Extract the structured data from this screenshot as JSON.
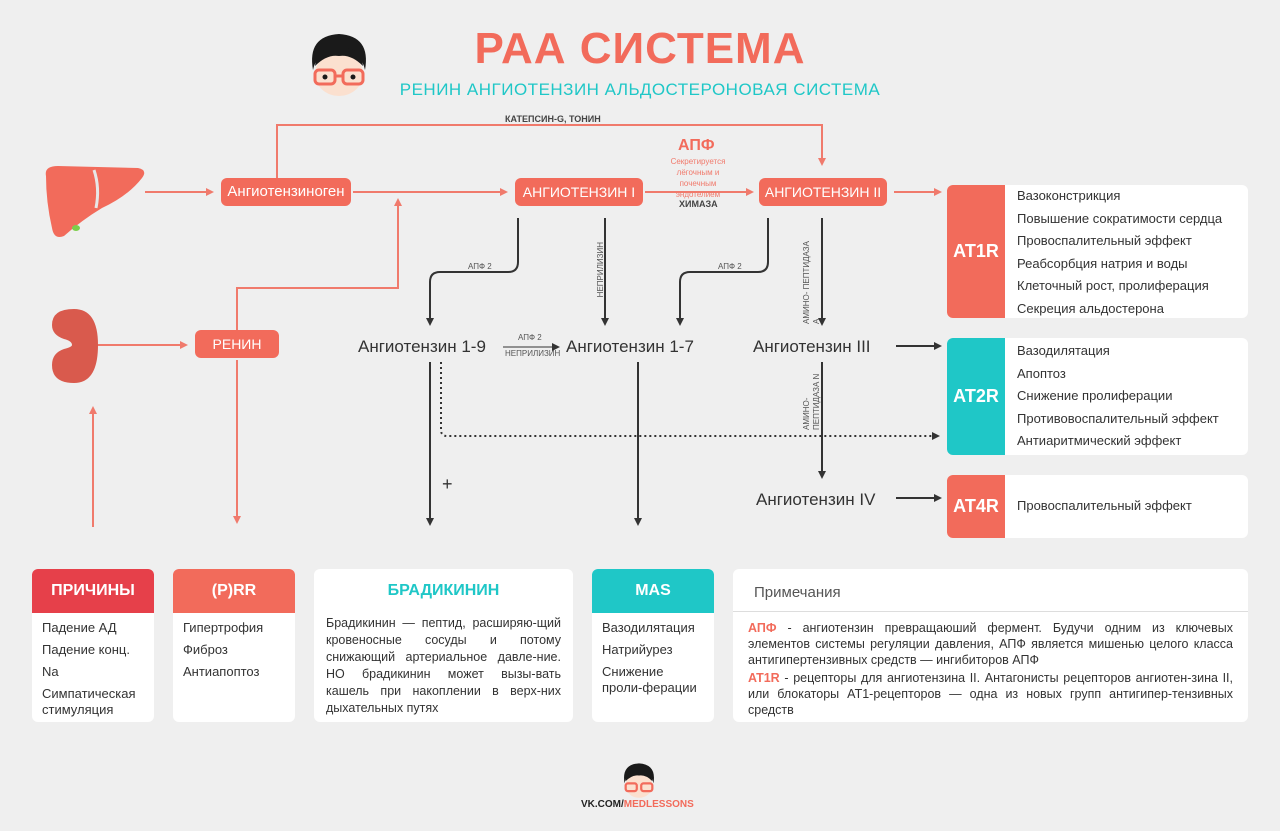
{
  "header": {
    "title": "РАА СИСТЕМА",
    "subtitle": "РЕНИН АНГИОТЕНЗИН АЛЬДОСТЕРОНОВАЯ СИСТЕМА"
  },
  "colors": {
    "red": "#f26b5b",
    "teal": "#1fc7c7",
    "dark_red": "#e6404a",
    "arrow": "#f07a6c"
  },
  "icons": [
    "avatar-icon",
    "liver-icon",
    "kidney-icon"
  ],
  "nodes": {
    "angiotensinogen": "Ангиотензиноген",
    "angiotensin1": "АНГИОТЕНЗИН I",
    "angiotensin2": "АНГИОТЕНЗИН II",
    "renin": "РЕНИН",
    "ang19": "Ангиотензин 1-9",
    "ang17": "Ангиотензин 1-7",
    "ang3": "Ангиотензин III",
    "ang4": "Ангиотензин IV"
  },
  "enzymes": {
    "cathepsin": "КАТЕПСИН-G, ТОНИН",
    "apf": "АПФ",
    "apf_note": "Секретируется лёгочным и почечным эндотелием",
    "chymase": "ХИМАЗА",
    "apf2_a": "АПФ 2",
    "neprilysin_v": "НЕПРИЛИЗИН",
    "apf2_b": "АПФ 2",
    "aminopep_a": "АМИНО- ПЕПТИДАЗА А",
    "apf2_c": "АПФ 2",
    "neprilysin_h": "НЕПРИЛИЗИН",
    "aminopep_n": "АМИНО- ПЕПТИДАЗА N",
    "plus": "+"
  },
  "receptors": [
    {
      "tag": "AT1R",
      "color": "#f26b5b",
      "effects": [
        "Вазоконстрикция",
        "Повышение сократимости сердца",
        "Провоспалительный эффект",
        "Реабсорбция натрия и воды",
        "Клеточный рост, пролиферация",
        "Секреция альдостерона"
      ]
    },
    {
      "tag": "AT2R",
      "color": "#1fc7c7",
      "effects": [
        "Вазодилятация",
        "Апоптоз",
        "Снижение пролиферации",
        "Противовоспалительный эффект",
        "Антиаритмический эффект"
      ]
    },
    {
      "tag": "AT4R",
      "color": "#f26b5b",
      "effects": [
        "Провоспалительный эффект"
      ]
    }
  ],
  "cards": {
    "causes": {
      "title": "ПРИЧИНЫ",
      "items": [
        "Падение АД",
        "Падение конц. Na",
        "Симпатическая стимуляция"
      ]
    },
    "prr": {
      "title": "(P)RR",
      "items": [
        "Гипертрофия",
        "Фиброз",
        "Антиапоптоз"
      ]
    },
    "bradykinin": {
      "title": "БРАДИКИНИН",
      "text": "Брадикинин — пептид, расширяю-щий кровеносные сосуды и потому снижающий артериальное давле-ние. НО брадикинин может вызы-вать кашель при накоплении в верх-них дыхательных путях"
    },
    "mas": {
      "title": "MAS",
      "items": [
        "Вазодилятация",
        "Натрийурез",
        "Снижение проли-ферации"
      ]
    },
    "notes": {
      "title": "Примечания",
      "apf_term": "АПФ",
      "apf_text": " - ангиотензин превращаюший фермент. Будучи одним из ключевых элементов системы регуляции давления, АПФ является мишенью целого класса антигипертензивных средств — ингибиторов АПФ",
      "at1r_term": "AT1R",
      "at1r_text": " - рецепторы для ангиотензина II. Антагонисты рецепторов ангиотен-зина II, или блокаторы AT1-рецепторов — одна из новых групп антигипер-тензивных средств"
    }
  },
  "footer": {
    "site_prefix": "VK.COM/",
    "site_name": "MEDLESSONS"
  }
}
